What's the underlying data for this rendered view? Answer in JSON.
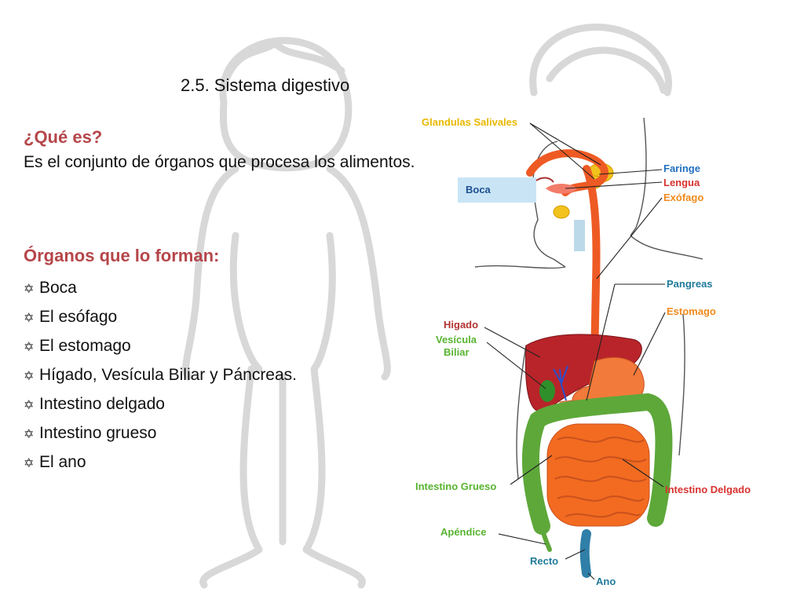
{
  "slide": {
    "title": "2.5. Sistema digestivo",
    "question_heading": "¿Qué es?",
    "definition": "Es el conjunto de órganos que procesa los alimentos.",
    "organs_heading": "Órganos que lo forman:",
    "bullet_glyph": "✡",
    "organs": [
      "Boca",
      "El esófago",
      "El estomago",
      "Hígado, Vesícula Biliar y Páncreas.",
      "Intestino delgado",
      "Intestino grueso",
      "El ano"
    ]
  },
  "diagram": {
    "labels": {
      "glandulas": "Glandulas Salivales",
      "boca": "Boca",
      "faringe": "Faringe",
      "lengua": "Lengua",
      "exofago": "Exófago",
      "pangreas": "Pangreas",
      "estomago": "Estomago",
      "higado": "Higado",
      "vesicula_1": "Vesícula",
      "vesicula_2": "Biliar",
      "intestino_grueso": "Intestino Grueso",
      "intestino_delgado": "Intestino Delgado",
      "apendice": "Apéndice",
      "recto": "Recto",
      "ano": "Ano"
    }
  },
  "colors": {
    "heading": "#b5464a",
    "label_yellow": "#e8b800",
    "label_blue": "#1f6fc0",
    "label_red": "#d8322f",
    "label_orange": "#f08a1c",
    "label_green": "#58b431",
    "label_dark_red": "#b23330",
    "label_teal": "#1f7a9a",
    "boca_box": "#c9e5f5"
  }
}
